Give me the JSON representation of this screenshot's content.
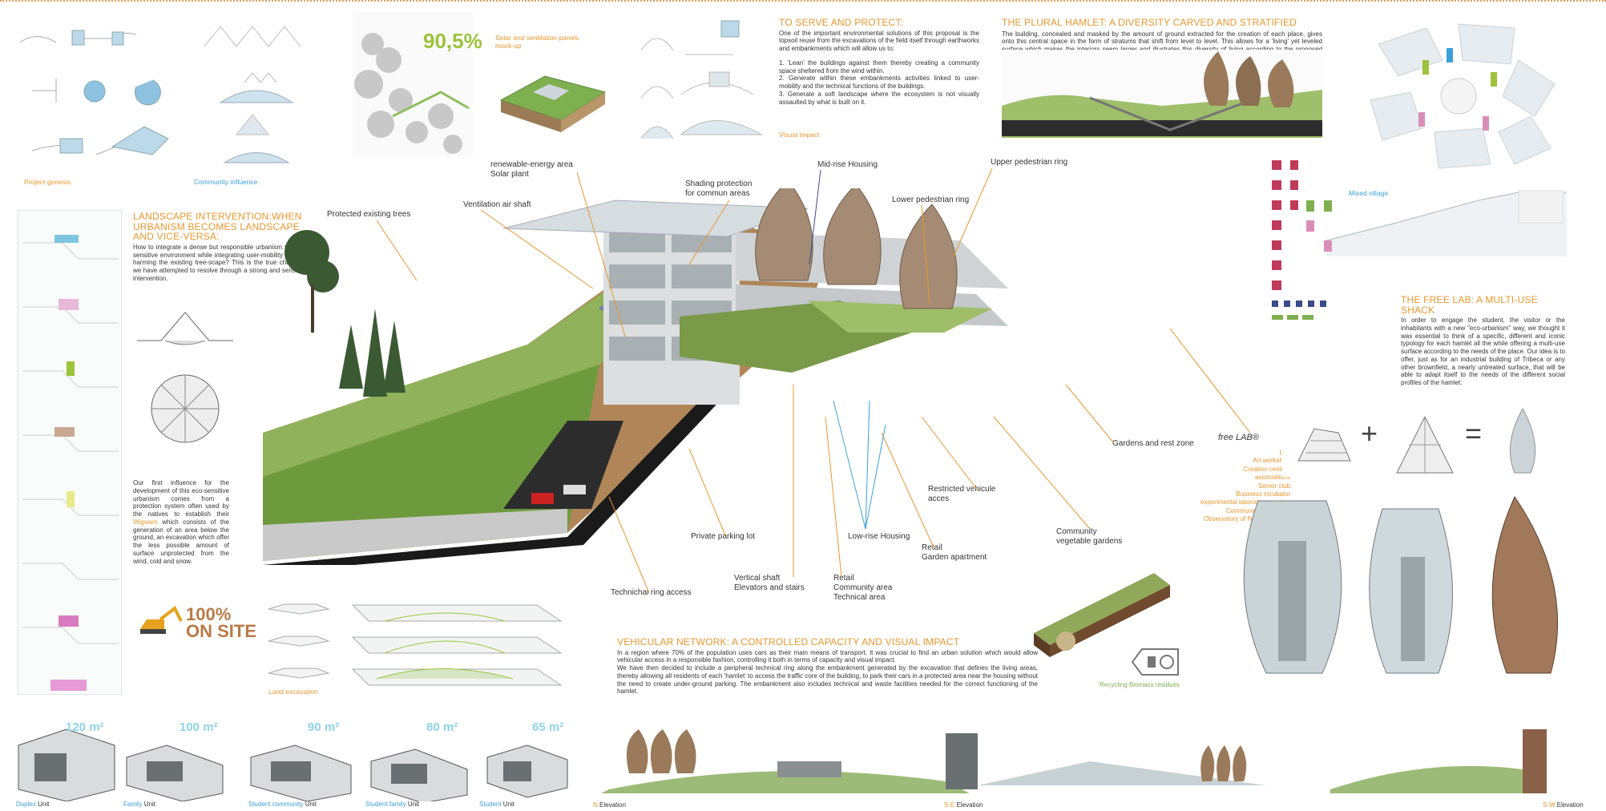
{
  "top_left": {
    "project_genesis": "Project genesis",
    "community_influence": "Community influence"
  },
  "forest": {
    "percent": "90,5%"
  },
  "solar": {
    "caption": "Solar and ventilation panels mock-up"
  },
  "visual_impact": {
    "caption": "Visual impact"
  },
  "serve_protect": {
    "title": "TO SERVE AND PROTECT:",
    "intro": "One of the important environmental solutions of this proposal is the topsoil reuse from the excavations of the field itself through earthworks and embankments which will allow us to:",
    "items": [
      "1. 'Lean' the buildings against them thereby creating a community space sheltered from the wind within.",
      "2. Generate within these embankments activities linked to user-mobility and the technical functions of the buildings.",
      "3. Generate a soft landscape where the ecosystem is not visually assaulted by what is built on it."
    ]
  },
  "plural_hamlet": {
    "title": "THE PLURAL HAMLET: A DIVERSITY CARVED AND STRATIFIED",
    "body": "The building, concealed and masked by the amount of ground extracted for the creation of each place, gives onto this central space in the form of stratums that shift from level to level. This allows for a 'living' yet leveled surface which makes the interiors seem larger and illustrates this diversity of living according to the proposed program."
  },
  "mixed_village": {
    "caption": "Mixed village"
  },
  "landscape": {
    "title": "LANDSCAPE INTERVENTION:WHEN URBANISM BECOMES LANDSCAPE AND VICE-VERSA:",
    "body": "How to integrate a dense but responsible urbanism within a sensitive environment while integrating user-mobility and not harming the existing tree-scape? This is the true challenge we have attempted to resolve through a strong and sensitive intervention.",
    "influence_pre": "Our first influence for the development of this eco-sensitive urbanism comes from a protection system often used by the natives to establish their",
    "influence_link": "Wigwam",
    "influence_post": "which consists of the generation of an area below the ground, an excavation which offer the less possible amount of surface unprotected from the wind, cold and snow."
  },
  "onsite": {
    "text1": "100%",
    "text2": "ON SITE"
  },
  "land_excavation": {
    "caption": "Land excavation"
  },
  "labels": {
    "renewable": "renewable-energy area\nSolar plant",
    "midrise": "Mid-rise Housing",
    "upper_ring": "Upper pedestrian ring",
    "shading": "Shading protection\nfor commun areas",
    "lower_ring": "Lower pedestrian ring",
    "protected_trees": "Protected existing trees",
    "ventilation": "Ventilation air shaft",
    "gardens_rest": "Gardens and rest zone",
    "restricted": "Restricted vehicule\nacces",
    "community_gardens": "Community\nvegetable gardens",
    "private_parking": "Private parking lot",
    "lowrise": "Low-rise Housing",
    "retail_garden": "Retail\nGarden apartment",
    "vertical_shaft": "Vertical shaft\nElevators and stairs",
    "retail_community": "Retail\nCommunity area\nTechnical area",
    "technical_ring": "Technichal ring access"
  },
  "freelab": {
    "logo": "free LAB®",
    "items": [
      "Loft",
      "Art workshop",
      "Creation centers",
      "associations",
      "Senior club",
      "Business incubator",
      "experimental laboratory centers",
      "Communication center",
      "Observatory of flora and fauna"
    ]
  },
  "free_lab": {
    "title": "THE FREE LAB: A MULTI-USE SHACK",
    "body": "In order to engage the student, the visitor or the inhabitants with a new \"eco-urbanism\" way, we thought it was essential to think of a specific, different and iconic typology for each hamlet all the while offering a multi-use surface according to the needs of the place. Our idea is to offer, just as for an industrial building of Tribeca or any other brownfield, a nearly untreated surface, that will be able to adapt itself to the needs of the different social profiles of the hamlet:"
  },
  "equation": {
    "plus": "+",
    "equals": "="
  },
  "vehicular": {
    "title": "VEHICULAR NETWORK: A CONTROLLED CAPACITY AND VISUAL IMPACT",
    "p1": "In a region where 70% of the population uses cars as their main means of transport, it was crucial to find an urban solution which would allow vehicular access in a responsible fashion, controlling it both in terms of capacity and visual impact.",
    "p2": "We have then decided to include a peripheral technical ring along the embankment generated by the excavation that defines the living areas, thereby allowing all residents of each 'hamlet' to access the traffic core of the building, to park their cars in a protected area near the housing without the need to create under-ground parking. The embankment also includes technical and waste facilities needed for the correct functioning of the hamlet."
  },
  "recycling": {
    "caption": "Recycling Biomass residues"
  },
  "units": [
    {
      "area": "120 m²",
      "name": "Duplex",
      "suffix": " Unit"
    },
    {
      "area": "100 m²",
      "name": "Family",
      "suffix": " Unit"
    },
    {
      "area": "90 m²",
      "name": "Student community",
      "suffix": " Unit"
    },
    {
      "area": "80 m²",
      "name": "Student family",
      "suffix": " Unit"
    },
    {
      "area": "65 m²",
      "name": "Student",
      "suffix": " Unit"
    }
  ],
  "elevations": [
    {
      "dir": "N",
      "suffix": " Elevation"
    },
    {
      "dir": "S-E",
      "suffix": " Elevation"
    },
    {
      "dir": "S-W",
      "suffix": " Elevation"
    }
  ],
  "colors": {
    "accent_orange": "#e8972e",
    "accent_blue": "#3aa0d8",
    "green": "#9cc33a"
  }
}
